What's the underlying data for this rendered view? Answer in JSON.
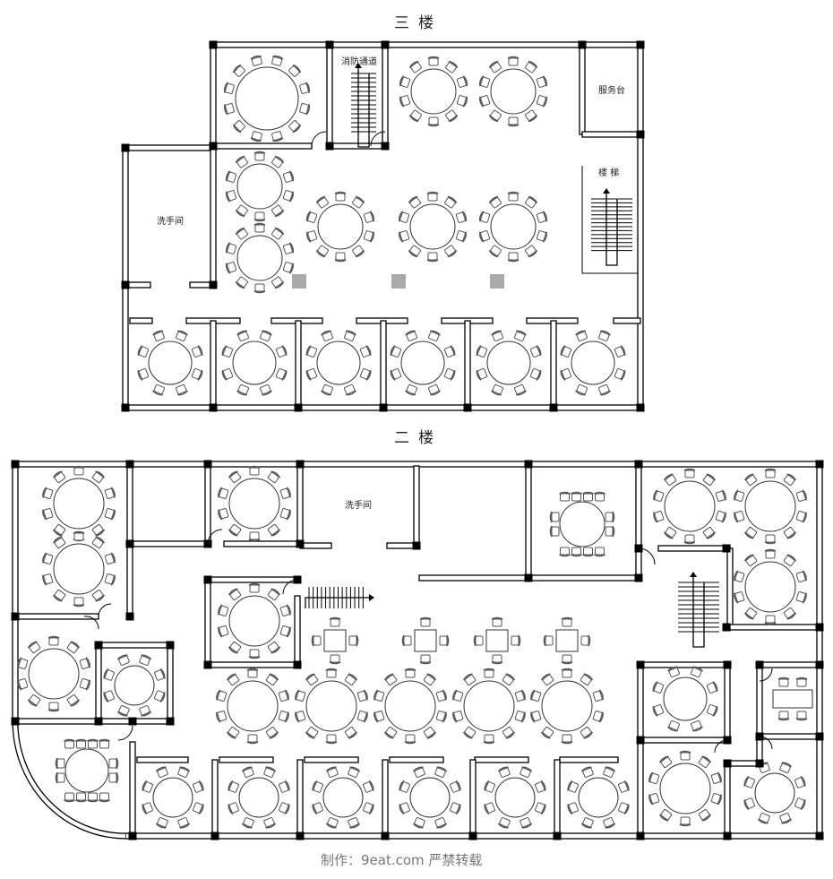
{
  "floor3": {
    "title": "三楼",
    "labels": {
      "fire_exit": "消防通道",
      "service_desk": "服务台",
      "stairs": "楼 梯",
      "restroom": "洗手间"
    }
  },
  "floor2": {
    "title": "二楼",
    "labels": {
      "restroom": "洗手间"
    }
  },
  "footer": "制作：9eat.com 严禁转载",
  "colors": {
    "wall": "#000000",
    "chair": "#555555",
    "pillar_gray": "#aaaaaa"
  }
}
